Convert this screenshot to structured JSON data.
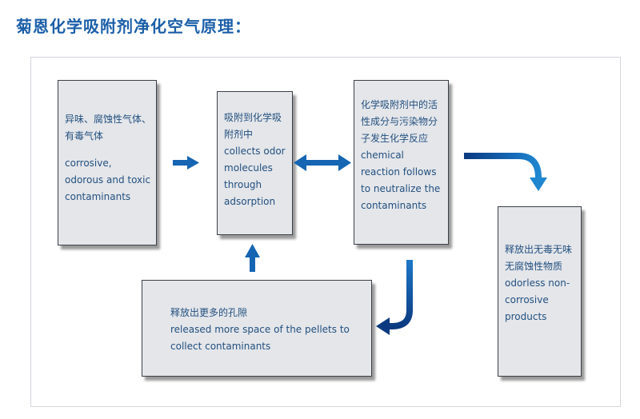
{
  "title": "菊恩化学吸附剂净化空气原理：",
  "boxes": {
    "source": {
      "zh": "异味、腐蚀性气体、有毒气体",
      "en": "corrosive, odorous and toxic contaminants"
    },
    "adsorb": {
      "zh": "吸附到化学吸附剂中",
      "en": "collects odor molecules through adsorption"
    },
    "react": {
      "zh": "化学吸附剂中的活性成分与污染物分子发生化学反应",
      "en": "chemical reaction follows to neutralize the contaminants"
    },
    "products": {
      "zh": "释放出无毒无味无腐蚀性物质",
      "en": "odorless non-corrosive products"
    },
    "regen": {
      "zh": "释放出更多的孔隙",
      "en": "released more space of the pellets to collect contaminants"
    }
  },
  "colors": {
    "title": "#1c5fa8",
    "box_fill": "#e4e6ea",
    "box_text": "#23507f",
    "arrow": "#1565b3",
    "arrow_dark": "#0d3f86"
  },
  "icons": [
    "arrow-right-icon",
    "double-arrow-icon",
    "curved-arrow-icon",
    "arrow-up-icon"
  ]
}
